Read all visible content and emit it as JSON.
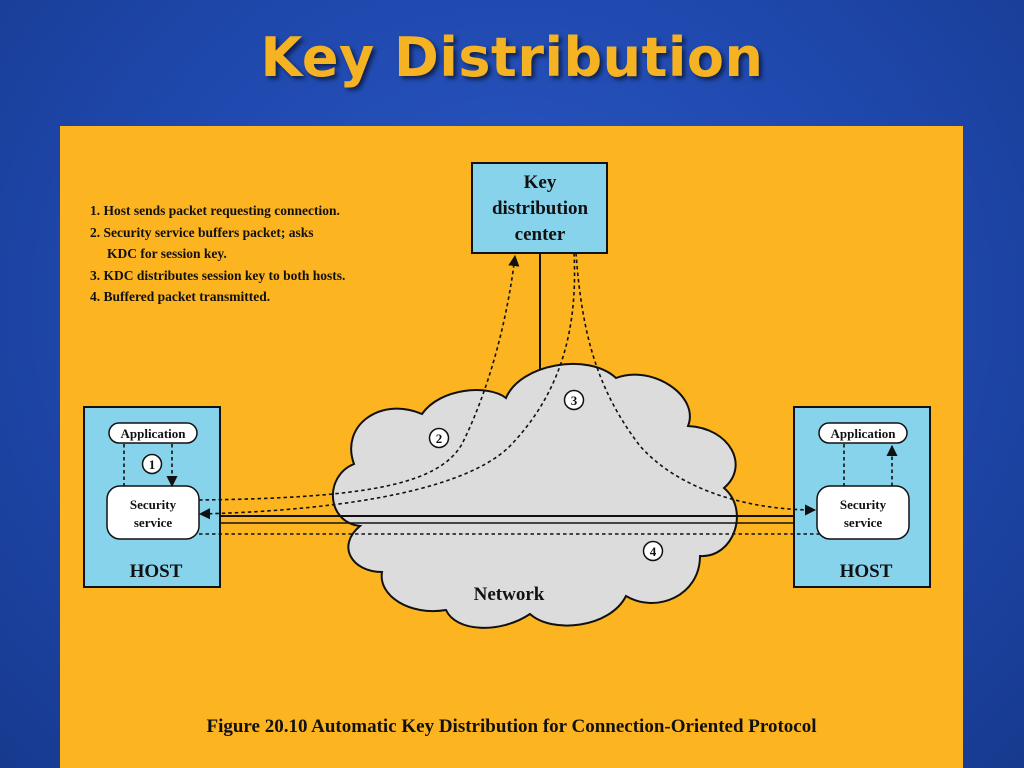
{
  "slide": {
    "title": "Key Distribution"
  },
  "figure": {
    "caption": "Figure 20.10  Automatic Key Distribution for Connection-Oriented Protocol",
    "steps": [
      "1. Host sends packet requesting connection.",
      "2. Security service buffers packet; asks",
      "KDC for session key.",
      "3. KDC distributes session key to both hosts.",
      "4. Buffered packet transmitted."
    ],
    "kdc": {
      "line1": "Key",
      "line2": "distribution",
      "line3": "center"
    },
    "network_label": "Network",
    "left_host": {
      "label": "HOST",
      "application": "Application",
      "security_line1": "Security",
      "security_line2": "service"
    },
    "right_host": {
      "label": "HOST",
      "application": "Application",
      "security_line1": "Security",
      "security_line2": "service"
    },
    "step_markers": [
      "1",
      "2",
      "3",
      "4"
    ]
  },
  "colors": {
    "background": "#2150b8",
    "title": "#f5b324",
    "panel": "#fcb421",
    "box_fill": "#87d3ec",
    "cloud_fill": "#dcdcdc"
  }
}
